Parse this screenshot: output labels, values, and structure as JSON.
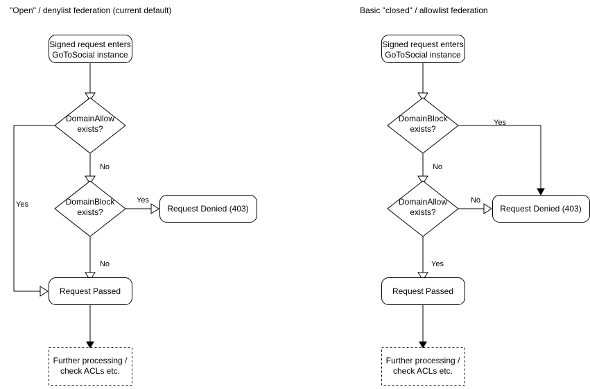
{
  "diagram": {
    "background_color": "#ffffff",
    "stroke_color": "#000000",
    "text_color": "#000000",
    "panels": [
      {
        "id": "denylist",
        "title": "\"Open\" / denylist federation (current default)",
        "nodes": {
          "start": "Signed request enters\nGoToSocial instance",
          "start_line1": "Signed request enters",
          "start_line2": "GoToSocial instance",
          "decision1_line1": "DomainAllow",
          "decision1_line2": "exists?",
          "decision2_line1": "DomainBlock",
          "decision2_line2": "exists?",
          "denied": "Request Denied (403)",
          "passed": "Request Passed",
          "further_line1": "Further processing /",
          "further_line2": "check ACLs etc."
        },
        "edges": {
          "decision1_yes": "Yes",
          "decision1_no": "No",
          "decision2_yes": "Yes",
          "decision2_no": "No"
        }
      },
      {
        "id": "allowlist",
        "title": "Basic \"closed\" / allowlist federation",
        "nodes": {
          "start": "Signed request enters\nGoToSocial instance",
          "start_line1": "Signed request enters",
          "start_line2": "GoToSocial instance",
          "decision1_line1": "DomainBlock",
          "decision1_line2": "exists?",
          "decision2_line1": "DomainAllow",
          "decision2_line2": "exists?",
          "denied": "Request Denied (403)",
          "passed": "Request Passed",
          "further_line1": "Further processing /",
          "further_line2": "check ACLs etc."
        },
        "edges": {
          "decision1_yes": "Yes",
          "decision1_no": "No",
          "decision2_no": "No",
          "decision2_yes": "Yes"
        }
      }
    ]
  }
}
